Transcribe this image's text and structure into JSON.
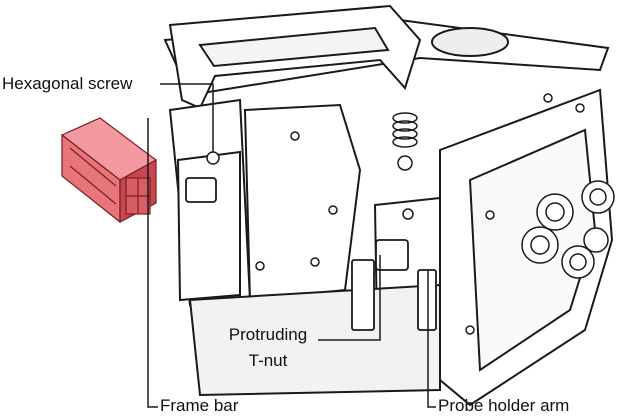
{
  "callouts": {
    "hex_screw": "Hexagonal screw",
    "protruding_line1": "Protruding",
    "protruding_line2": "T-nut",
    "frame_bar": "Frame bar",
    "probe_arm": "Probe holder arm"
  },
  "colors": {
    "frame_bar_fill": "#e8757a",
    "frame_bar_shade": "#c9484f",
    "outline": "#1a1a1a",
    "body_fill": "#ffffff"
  }
}
